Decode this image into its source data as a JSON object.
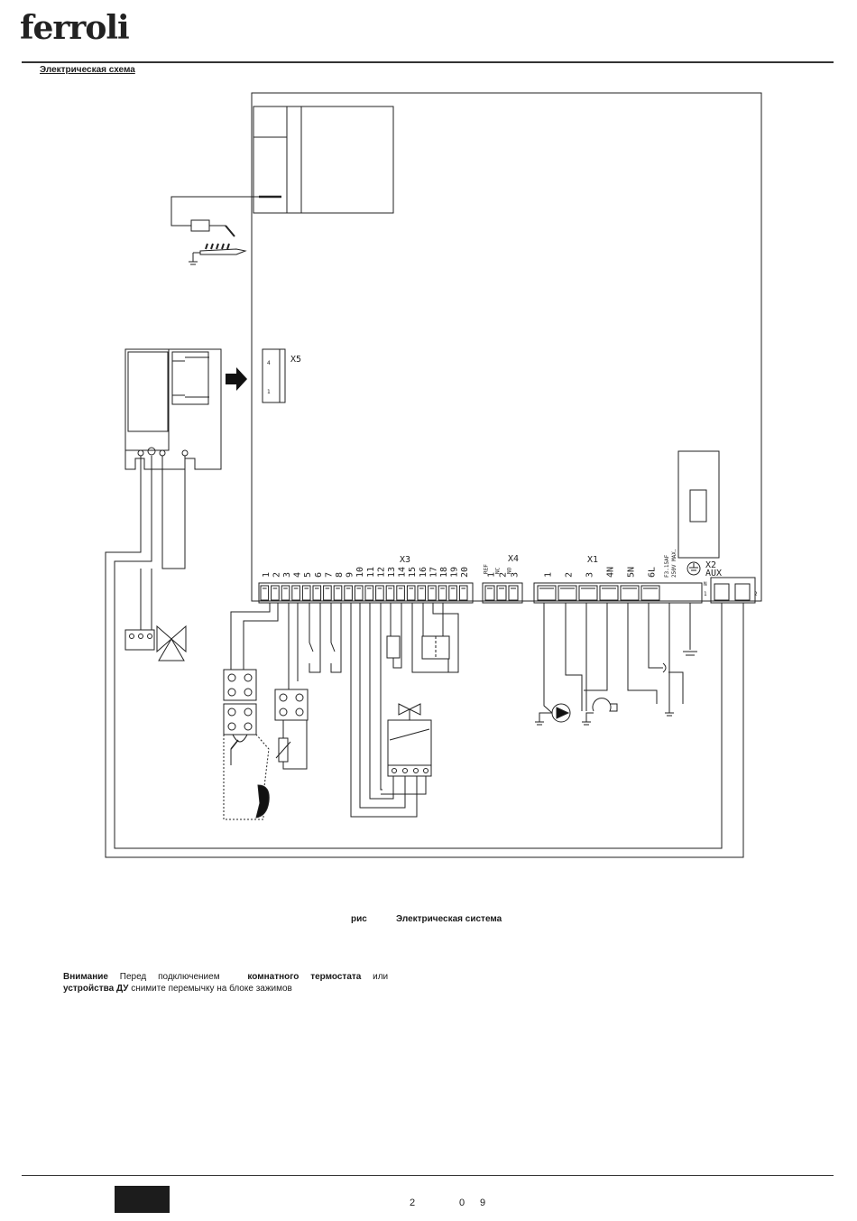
{
  "brand": {
    "logo_text": "ferroli"
  },
  "header": {
    "section_title": "Электрическая схема"
  },
  "diagram": {
    "connectors": {
      "x3": "X3",
      "x4": "X4",
      "x1": "X1",
      "x2": "X2",
      "x5": "X5",
      "aux": "AUX"
    },
    "x3_pins": [
      "1",
      "2",
      "3",
      "4",
      "5",
      "6",
      "7",
      "8",
      "9",
      "10",
      "11",
      "12",
      "13",
      "14",
      "15",
      "16",
      "17",
      "18",
      "19",
      "20"
    ],
    "x4_pins": [
      "1",
      "2",
      "3"
    ],
    "x4_pin_notes": [
      "REF",
      "NC",
      "NO"
    ],
    "x1_pins": [
      "1",
      "2",
      "3",
      "4N",
      "5N",
      "6L"
    ],
    "x5_pins": [
      "4",
      "1"
    ],
    "fuse_label_1": "F3.15AF",
    "fuse_label_2": "250V MAX.",
    "n_label": "N",
    "x2_pin_1": "1",
    "x2_pin_2": "2"
  },
  "caption": {
    "prefix": "рис",
    "text": "Электрическая система"
  },
  "notice": {
    "w1": "Внимание",
    "w2": "Перед",
    "w3": "подключением",
    "w4": "комнатного",
    "w5": "термостата",
    "w6": "или",
    "line2_bold": "устройства ДУ",
    "line2_rest": "снимите перемычку на блоке зажимов"
  },
  "footer": {
    "page_left": "2",
    "page_mid": "0",
    "page_right": "9"
  }
}
